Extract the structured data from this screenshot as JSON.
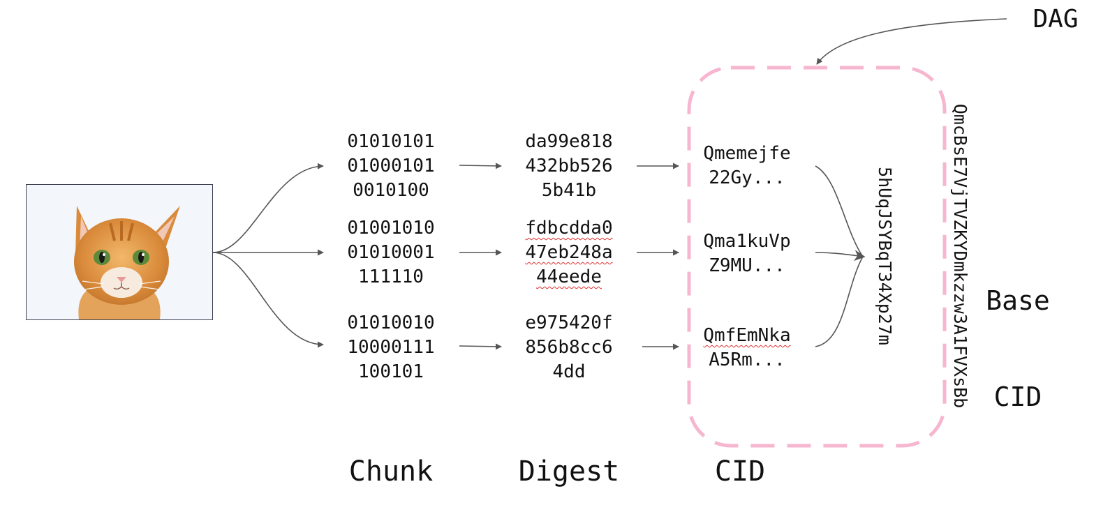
{
  "dag_label": "DAG",
  "base_cid": {
    "label_line1": "Base",
    "label_line2": "CID",
    "value_line1": "QmcBsE7VjTVZKYDmkzzw3A1FVXsBb",
    "value_line2": "5hUqJSYBqT34Xp27m"
  },
  "chunks": [
    [
      "01010101",
      "01000101",
      "0010100"
    ],
    [
      "01001010",
      "01010001",
      "111110"
    ],
    [
      "01010010",
      "10000111",
      "100101"
    ]
  ],
  "digests": [
    [
      "da99e818",
      "432bb526",
      "5b41b"
    ],
    [
      "fdbcdda0",
      "47eb248a",
      "44eede"
    ],
    [
      "e975420f",
      "856b8cc6",
      "4dd"
    ]
  ],
  "cids": [
    [
      "Qmemejfe",
      "22Gy..."
    ],
    [
      "Qma1kuVp",
      "Z9MU..."
    ],
    [
      "QmfEmNka",
      "A5Rm..."
    ]
  ],
  "column_labels": {
    "chunk": "Chunk",
    "digest": "Digest",
    "cid": "CID"
  },
  "colors": {
    "arrow": "#555555",
    "dag_border": "#f7b6cf",
    "squiggle": "#e03030"
  },
  "icons": {
    "input_image": "kitten-photo"
  }
}
